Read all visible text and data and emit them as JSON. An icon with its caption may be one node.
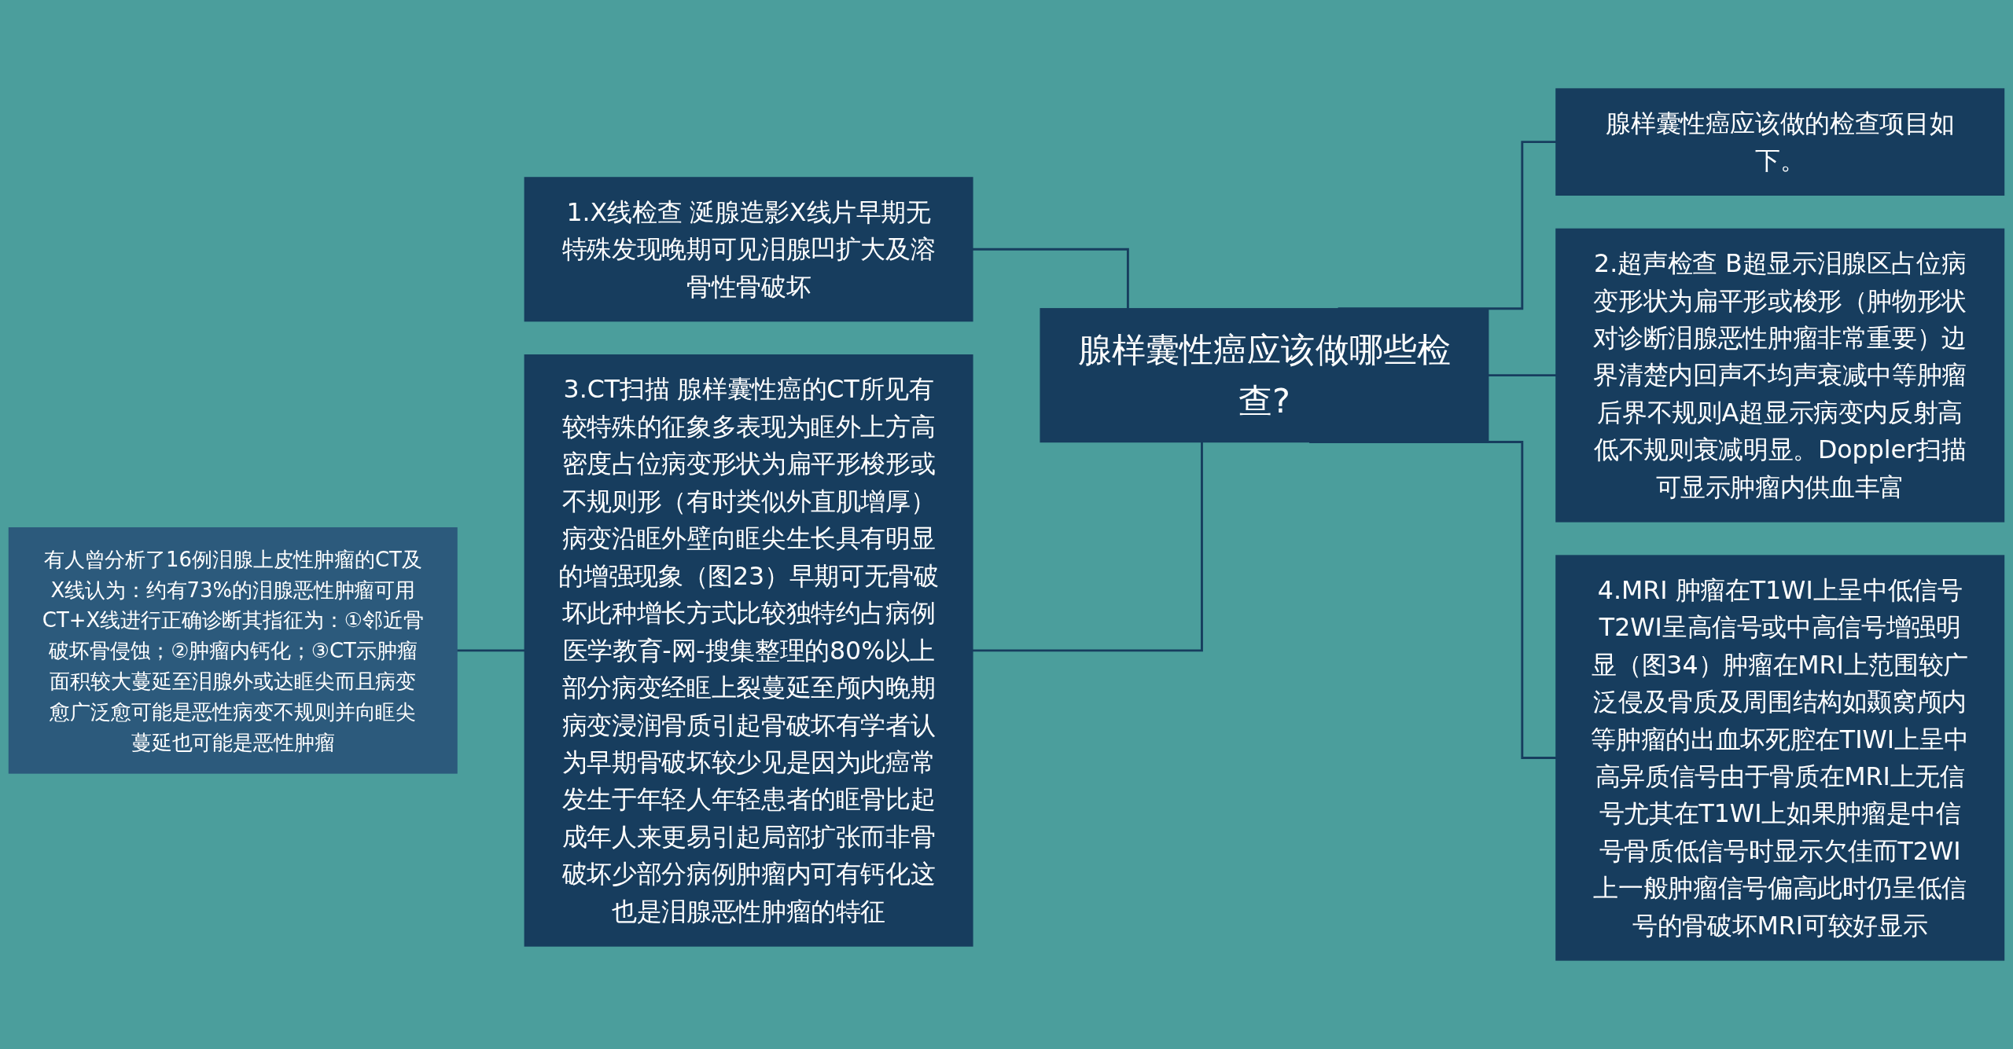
{
  "diagram": {
    "nodes": [
      {
        "text": [
          "腺样囊性癌应该做哪些检查?"
        ]
      },
      {
        "text": [
          "1.X线检查 涎腺造影X线片早期无特殊发现晚期可见泪腺凹扩大及溶骨性骨破坏"
        ]
      },
      {
        "text": [
          "3.CT扫描 腺样囊性癌的CT所见有较特殊的征象多表现为眶外上方高密度占位病变形状为扁平形梭形或不规则形（有时类似外直肌增厚）病变沿眶外壁向眶尖生长具有明显的增强现象（图23）早期可无骨破坏此种增长方式比较独特约占病例医学教育-网-搜集整理的80%以上部分病变经眶上裂蔓延至颅内晚期病变浸润骨质引起骨破坏有学者认为早期骨破坏较少见是因为此癌常发生于年轻人年轻患者的眶骨比起成年人来更易引起局部扩张而非骨破坏少部分病例肿瘤内可有钙化这也是泪腺恶性肿瘤的特征"
        ]
      },
      {
        "text": [
          "有人曾分析了16例泪腺上皮性肿瘤的CT及X线认为：约有73%的泪腺恶性肿瘤可用CT+X线进行正确诊断其指征为：①邻近骨破坏骨侵蚀；②肿瘤内钙化；③CT示肿瘤面积较大蔓延至泪腺外或达眶尖而且病变愈广泛愈可能是恶性病变不规则并向眶尖蔓延也可能是恶性肿瘤"
        ]
      },
      {
        "text": [
          "腺样囊性癌应该做的检查项目如下。"
        ]
      },
      {
        "text": [
          "2.超声检查 B超显示泪腺区占位病变形状为扁平形或梭形（肿物形状对诊断泪腺恶性肿瘤非常重要）边界清楚内回声不均声衰减中等肿瘤后界不规则A超显示病变内反射高低不规则衰减明显。Doppler扫描可显示肿瘤内供血丰富"
        ]
      },
      {
        "text": [
          "4.MRI 肿瘤在T1WI上呈中低信号T2WI呈高信号或中高信号增强明显（图34）肿瘤在MRI上范围较广泛侵及骨质及周围结构如颞窝颅内等肿瘤的出血坏死腔在TIWI上呈中高异质信号由于骨质在MRI上无信号尤其在T1WI上如果肿瘤是中信号骨质低信号时显示欠佳而T2WI上一般肿瘤信号偏高此时仍呈低信号的骨破坏MRI可较好显示"
        ]
      }
    ],
    "edges": [
      {
        "from": 3,
        "to": 2,
        "arrow": "none"
      },
      {
        "from": 1,
        "to": 0,
        "arrow": "none"
      },
      {
        "from": 2,
        "to": 0,
        "arrow": "none"
      },
      {
        "from": 0,
        "to": 4,
        "arrow": "none"
      },
      {
        "from": 0,
        "to": 5,
        "arrow": "none"
      },
      {
        "from": 0,
        "to": 6,
        "arrow": "none"
      }
    ]
  }
}
